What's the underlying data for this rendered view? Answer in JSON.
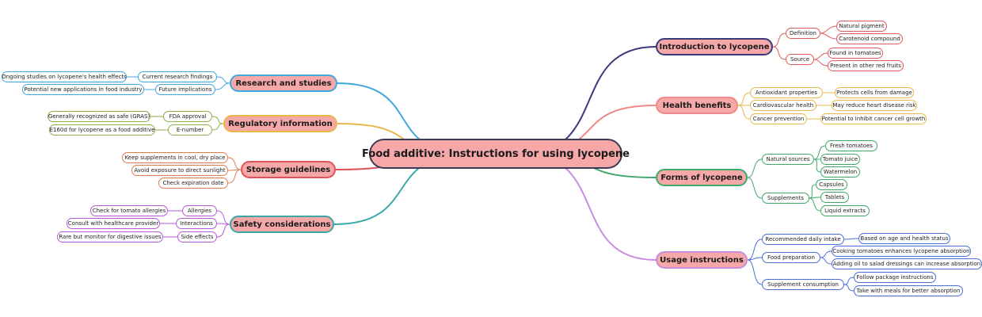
{
  "central": "Food additive: Instructions for using lycopene",
  "colors": {
    "central_border": "#3b3b55",
    "node_fill": "#f6a8a8",
    "intro": "#3b3a7a",
    "health": "#f08a8a",
    "forms": "#3fa86a",
    "usage": "#c98de0",
    "research": "#3fa7dd",
    "regulatory": "#e8b84a",
    "storage": "#e0525a",
    "safety": "#3aa7a7",
    "sub_intro": "#e05a5a",
    "sub_health": "#e8b84a",
    "sub_forms": "#3fa86a",
    "sub_usage": "#4a6ed8",
    "sub_research": "#3fa7dd",
    "sub_regulatory": "#8fae4a",
    "sub_storage": "#e07a4a",
    "sub_safety": "#b85ad8"
  },
  "branches": {
    "intro": {
      "label": "Introduction to lycopene",
      "children": [
        {
          "label": "Definition",
          "children": [
            "Natural pigment",
            "Carotenoid compound"
          ]
        },
        {
          "label": "Source",
          "children": [
            "Found in tomatoes",
            "Present in other red fruits"
          ]
        }
      ]
    },
    "health": {
      "label": "Health benefits",
      "children": [
        {
          "label": "Antioxidant properties",
          "children": [
            "Protects cells from damage"
          ]
        },
        {
          "label": "Cardiovascular health",
          "children": [
            "May reduce heart disease risk"
          ]
        },
        {
          "label": "Cancer prevention",
          "children": [
            "Potential to inhibit cancer cell growth"
          ]
        }
      ]
    },
    "forms": {
      "label": "Forms of lycopene",
      "children": [
        {
          "label": "Natural sources",
          "children": [
            "Fresh tomatoes",
            "Tomato juice",
            "Watermelon"
          ]
        },
        {
          "label": "Supplements",
          "children": [
            "Capsules",
            "Tablets",
            "Liquid extracts"
          ]
        }
      ]
    },
    "usage": {
      "label": "Usage instructions",
      "children": [
        {
          "label": "Recommended daily intake",
          "children": [
            "Based on age and health status"
          ]
        },
        {
          "label": "Food preparation",
          "children": [
            "Cooking tomatoes enhances lycopene absorption",
            "Adding oil to salad dressings can increase absorption"
          ]
        },
        {
          "label": "Supplement consumption",
          "children": [
            "Follow package instructions",
            "Take with meals for better absorption"
          ]
        }
      ]
    },
    "research": {
      "label": "Research and studies",
      "children": [
        {
          "label": "Current research findings",
          "children": [
            "Ongoing studies on lycopene's health effects"
          ]
        },
        {
          "label": "Future implications",
          "children": [
            "Potential new applications in food industry"
          ]
        }
      ]
    },
    "regulatory": {
      "label": "Regulatory information",
      "children": [
        {
          "label": "FDA approval",
          "children": [
            "Generally recognized as safe (GRAS)"
          ]
        },
        {
          "label": "E-number",
          "children": [
            "E160d for lycopene as a food additive"
          ]
        }
      ]
    },
    "storage": {
      "label": "Storage guidelines",
      "children": [
        {
          "label": "Keep supplements in cool, dry place",
          "children": []
        },
        {
          "label": "Avoid exposure to direct sunlight",
          "children": []
        },
        {
          "label": "Check expiration date",
          "children": []
        }
      ]
    },
    "safety": {
      "label": "Safety considerations",
      "children": [
        {
          "label": "Allergies",
          "children": [
            "Check for tomato allergies"
          ]
        },
        {
          "label": "Interactions",
          "children": [
            "Consult with healthcare provider"
          ]
        },
        {
          "label": "Side effects",
          "children": [
            "Rare but monitor for digestive issues"
          ]
        }
      ]
    }
  }
}
